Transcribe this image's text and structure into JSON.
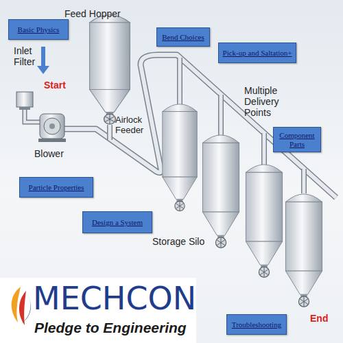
{
  "diagram": {
    "nodes": [
      {
        "text": [
          "Basic Physics"
        ]
      },
      {
        "text": [
          "Bend Choices"
        ]
      },
      {
        "text": [
          "Pick-up and Saltation+"
        ]
      },
      {
        "text": [
          "Component Parts"
        ]
      },
      {
        "text": [
          "Particle Properties"
        ]
      },
      {
        "text": [
          "Design a System"
        ]
      },
      {
        "text": [
          "Troubleshooting"
        ]
      }
    ],
    "labels": [
      "Feed Hopper",
      "Inlet Filter",
      "Start",
      "Airlock Feeder",
      "Multiple Delivery Points",
      "Blower",
      "Storage Silo",
      "End",
      "MECHCON",
      "Pledge to Engineering"
    ]
  }
}
